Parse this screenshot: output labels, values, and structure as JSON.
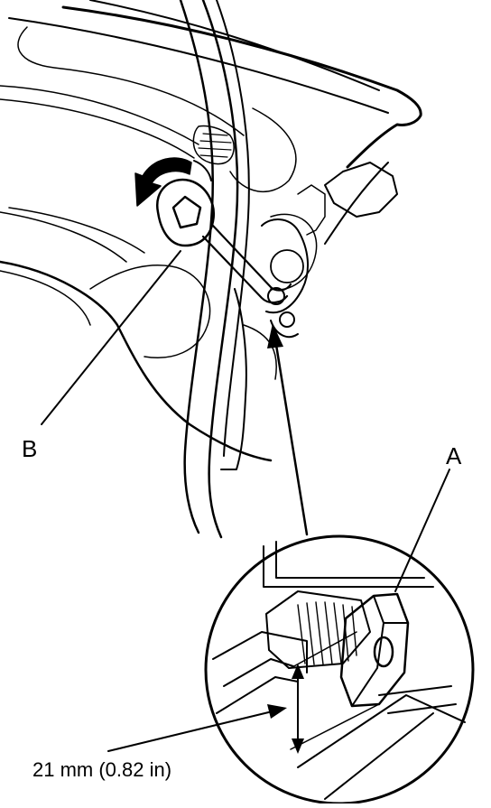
{
  "labels": {
    "a": "A",
    "b": "B",
    "dimension": "21 mm (0.82 in)"
  },
  "colors": {
    "ink": "#000000",
    "paper": "#ffffff"
  },
  "icons": {
    "rotation_arrow": "curved-arrow-icon",
    "wrench": "wrench-icon",
    "nut": "hex-nut-icon"
  }
}
